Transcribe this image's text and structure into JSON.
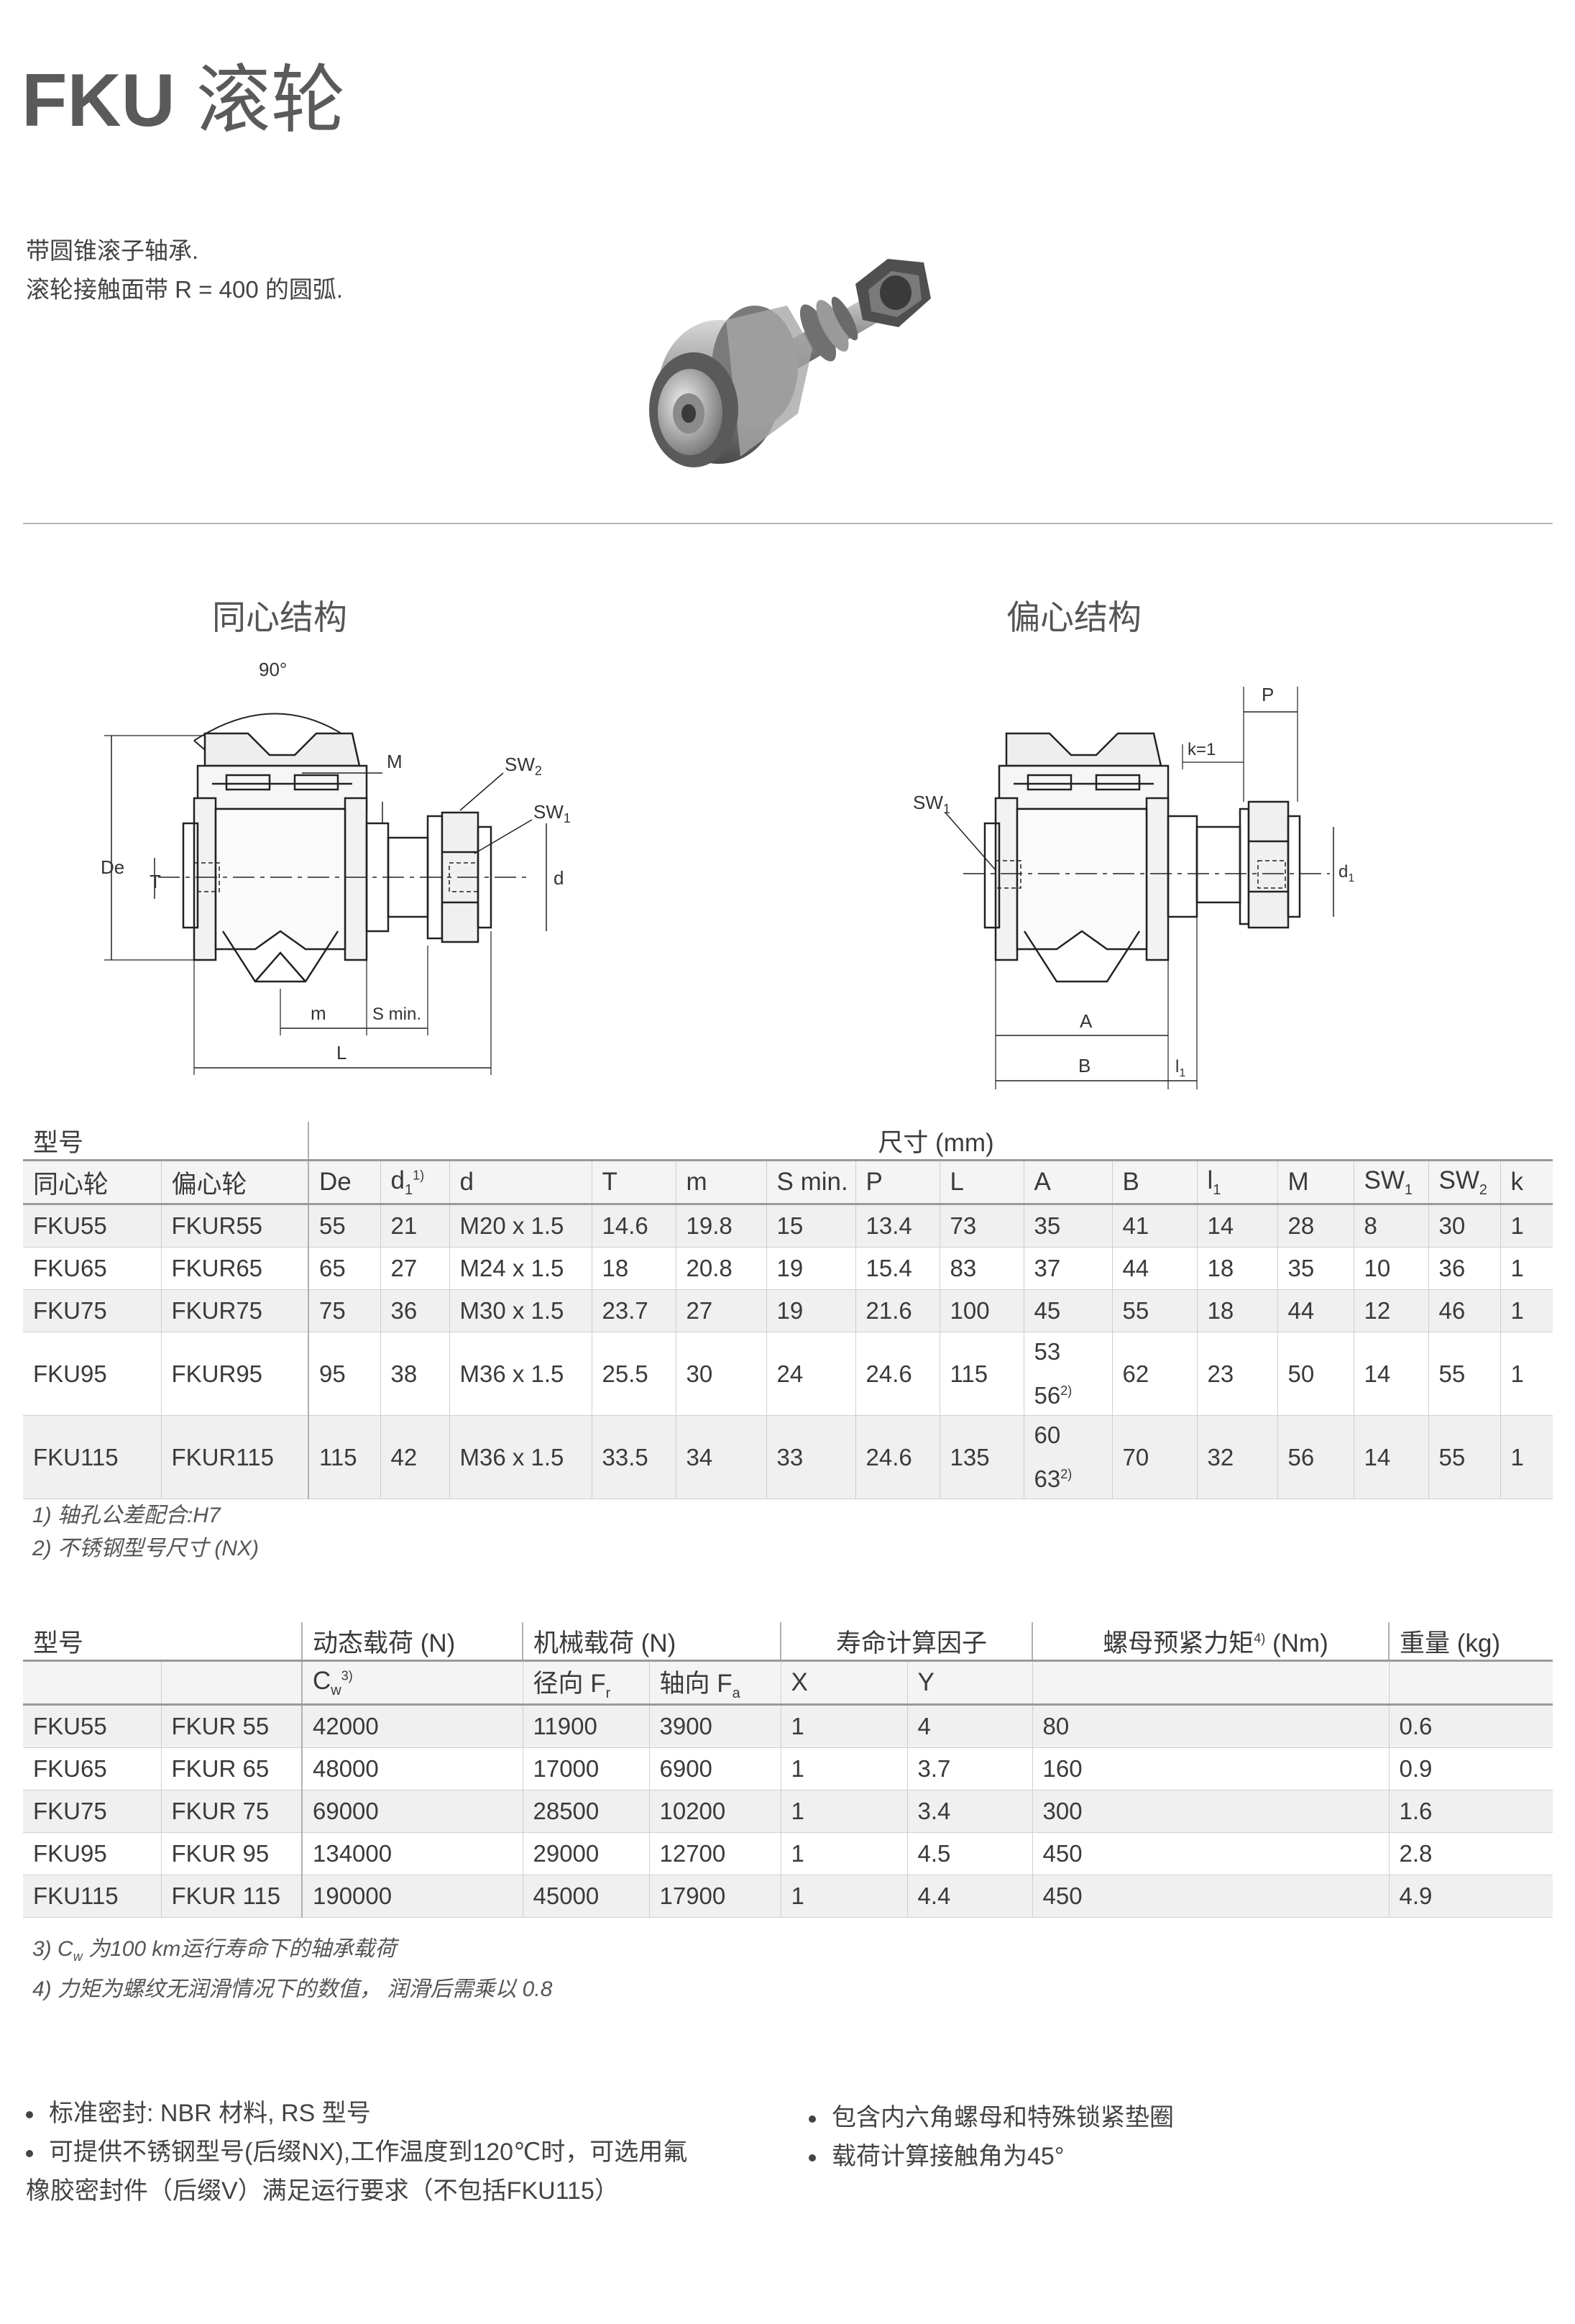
{
  "header": {
    "title_code": "FKU",
    "title_cn": "滚轮"
  },
  "intro": {
    "line1": "带圆锥滚子轴承.",
    "line2": "滚轮接触面带 R = 400 的圆弧."
  },
  "drawings": {
    "concentric": {
      "title": "同心结构",
      "labels": {
        "angle": "90°",
        "sw2": "SW",
        "sw2_sub": "2",
        "sw1": "SW",
        "sw1_sub": "1",
        "m_top": "M",
        "de": "De",
        "t": "T",
        "d": "d",
        "m": "m",
        "smin": "S min.",
        "l": "L"
      }
    },
    "eccentric": {
      "title": "偏心结构",
      "labels": {
        "p": "P",
        "k": "k=1",
        "sw1": "SW",
        "sw1_sub": "1",
        "d1": "d",
        "d1_sub": "1",
        "a": "A",
        "b": "B",
        "l1": "l",
        "l1_sub": "1"
      }
    }
  },
  "dims_table": {
    "group_model": "型号",
    "group_dims": "尺寸 (mm)",
    "headers": [
      "同心轮",
      "偏心轮",
      "De",
      "d",
      "d",
      "T",
      "m",
      "S min.",
      "P",
      "L",
      "A",
      "B",
      "l",
      "M",
      "SW",
      "SW",
      "k"
    ],
    "header_sup": {
      "d1": "1)"
    },
    "header_sub": {
      "d1": "1",
      "l1": "1",
      "sw1": "1",
      "sw2": "2"
    },
    "rows": [
      [
        "FKU55",
        "FKUR55",
        "55",
        "21",
        "M20 x 1.5",
        "14.6",
        "19.8",
        "15",
        "13.4",
        "73",
        "35",
        "41",
        "14",
        "28",
        "8",
        "30",
        "1"
      ],
      [
        "FKU65",
        "FKUR65",
        "65",
        "27",
        "M24 x 1.5",
        "18",
        "20.8",
        "19",
        "15.4",
        "83",
        "37",
        "44",
        "18",
        "35",
        "10",
        "36",
        "1"
      ],
      [
        "FKU75",
        "FKUR75",
        "75",
        "36",
        "M30 x 1.5",
        "23.7",
        "27",
        "19",
        "21.6",
        "100",
        "45",
        "55",
        "18",
        "44",
        "12",
        "46",
        "1"
      ],
      [
        "FKU95",
        "FKUR95",
        "95",
        "38",
        "M36 x 1.5",
        "25.5",
        "30",
        "24",
        "24.6",
        "115",
        "53",
        "62",
        "23",
        "50",
        "14",
        "55",
        "1"
      ],
      [
        "FKU115",
        "FKUR115",
        "115",
        "42",
        "M36 x 1.5",
        "33.5",
        "34",
        "33",
        "24.6",
        "135",
        "60",
        "70",
        "32",
        "56",
        "14",
        "55",
        "1"
      ]
    ],
    "a_second": [
      "56",
      "63"
    ],
    "a_second_sup": "2)",
    "notes": [
      "1) 轴孔公差配合:H7",
      "2) 不锈钢型号尺寸 (NX)"
    ]
  },
  "load_table": {
    "headers_top": [
      "型号",
      "动态载荷 (N)",
      "机械载荷 (N)",
      "寿命计算因子",
      "螺母预紧力矩",
      "(Nm)",
      "重量 (kg)"
    ],
    "torque_sup": "4)",
    "headers_sub": {
      "cw": "C",
      "cw_sub": "w",
      "cw_sup": "3)",
      "fr": "径向 F",
      "fr_sub": "r",
      "fa": "轴向 F",
      "fa_sub": "a",
      "x": "X",
      "y": "Y"
    },
    "rows": [
      [
        "FKU55",
        "FKUR 55",
        "42000",
        "11900",
        "3900",
        "1",
        "4",
        "80",
        "0.6"
      ],
      [
        "FKU65",
        "FKUR 65",
        "48000",
        "17000",
        "6900",
        "1",
        "3.7",
        "160",
        "0.9"
      ],
      [
        "FKU75",
        "FKUR 75",
        "69000",
        "28500",
        "10200",
        "1",
        "3.4",
        "300",
        "1.6"
      ],
      [
        "FKU95",
        "FKUR 95",
        "134000",
        "29000",
        "12700",
        "1",
        "4.5",
        "450",
        "2.8"
      ],
      [
        "FKU115",
        "FKUR 115",
        "190000",
        "45000",
        "17900",
        "1",
        "4.4",
        "450",
        "4.9"
      ]
    ],
    "notes": [
      "3) C",
      "w",
      " 为100 km运行寿命下的轴承载荷",
      "4) 力矩为螺纹无润滑情况下的数值， 润滑后需乘以 0.8"
    ]
  },
  "bullets": {
    "left": [
      "标准密封: NBR 材料, RS 型号",
      "可提供不锈钢型号(后缀NX),工作温度到120℃时，可选用氟",
      "橡胶密封件（后缀V）满足运行要求（不包括FKU115）"
    ],
    "right": [
      "包含内六角螺母和特殊锁紧垫圈",
      "载荷计算接触角为45°"
    ]
  },
  "colors": {
    "rule": "#b5b5b5",
    "row_alt": "#f0f0f0",
    "header_bg": "#f4f4f4",
    "text": "#3a3a3a",
    "title": "#5a5a5a"
  }
}
